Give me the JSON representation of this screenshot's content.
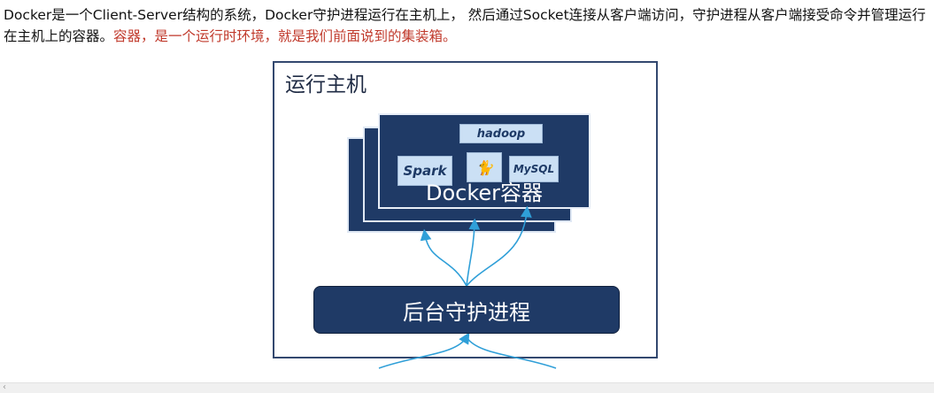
{
  "paragraph": {
    "text_black": "Docker是一个Client-Server结构的系统，Docker守护进程运行在主机上， 然后通过Socket连接从客户端访问，守护进程从客户端接受命令并管理运行在主机上的容器。",
    "text_red": "容器，是一个运行时环境，就是我们前面说到的集装箱。"
  },
  "diagram": {
    "host_title": "运行主机",
    "container_label": "Docker容器",
    "daemon_label": "后台守护进程",
    "logos": {
      "hadoop": "hadoop",
      "spark": "Spark",
      "tomcat": "🐈",
      "mysql": "MySQL"
    },
    "colors": {
      "box_fill": "#1f3a66",
      "frame_border": "#33486f",
      "arrow": "#2f9fd8"
    }
  },
  "scrollbar": {
    "left_arrow": "‹"
  }
}
